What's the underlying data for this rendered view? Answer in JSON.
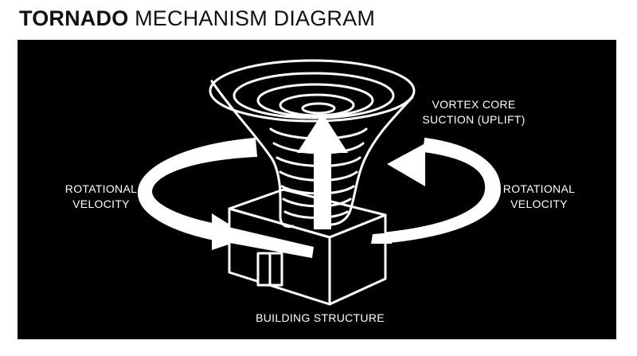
{
  "title": {
    "bold": "TORNADO",
    "rest": "MECHANISM DIAGRAM"
  },
  "labels": {
    "left": [
      "ROTATIONAL",
      "VELOCITY"
    ],
    "right": [
      "ROTATIONAL",
      "VELOCITY"
    ],
    "top_right": [
      "VORTEX CORE",
      "SUCTION (UPLIFT)"
    ],
    "bottom": "BUILDING STRUCTURE"
  },
  "colors": {
    "background": "#000000",
    "foreground": "#ffffff",
    "title_text": "#111111"
  }
}
